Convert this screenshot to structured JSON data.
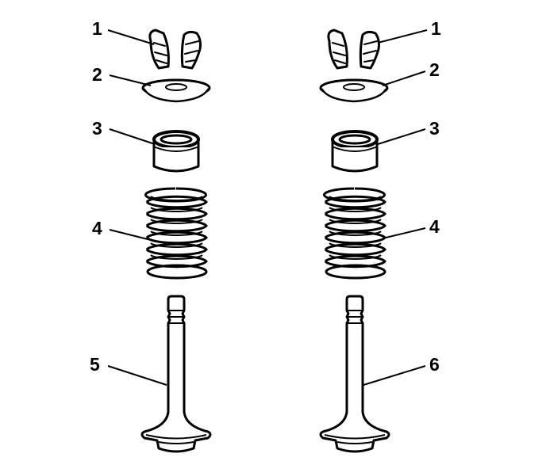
{
  "diagram": {
    "ink_color": "#000000",
    "background_color": "#ffffff",
    "callouts": {
      "left_keepers": "1",
      "right_keepers": "1",
      "left_retainer": "2",
      "right_retainer": "2",
      "left_seal": "3",
      "right_seal": "3",
      "left_spring": "4",
      "right_spring": "4",
      "left_valve": "5",
      "right_valve": "6"
    },
    "parts_per_column": [
      "keepers",
      "retainer",
      "seal",
      "spring",
      "valve"
    ]
  }
}
